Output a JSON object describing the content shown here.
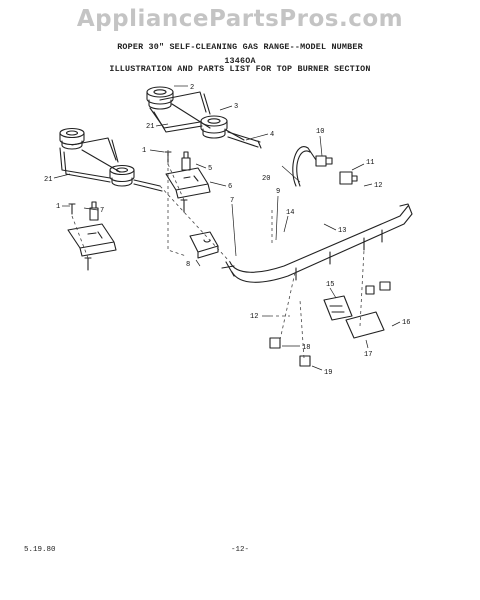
{
  "watermark": "AppliancePartsPros.com",
  "title": {
    "line1": "ROPER 30\" SELF-CLEANING GAS RANGE--MODEL NUMBER",
    "model": "1346OA",
    "line2": "ILLUSTRATION AND PARTS LIST FOR TOP BURNER SECTION"
  },
  "callouts": [
    "1",
    "2",
    "3",
    "4",
    "5",
    "6",
    "7",
    "8",
    "9",
    "10",
    "11",
    "12",
    "13",
    "14",
    "15",
    "16",
    "17",
    "18",
    "19",
    "20",
    "21"
  ],
  "footer": {
    "date": "5.19.80",
    "page": "-12-"
  }
}
